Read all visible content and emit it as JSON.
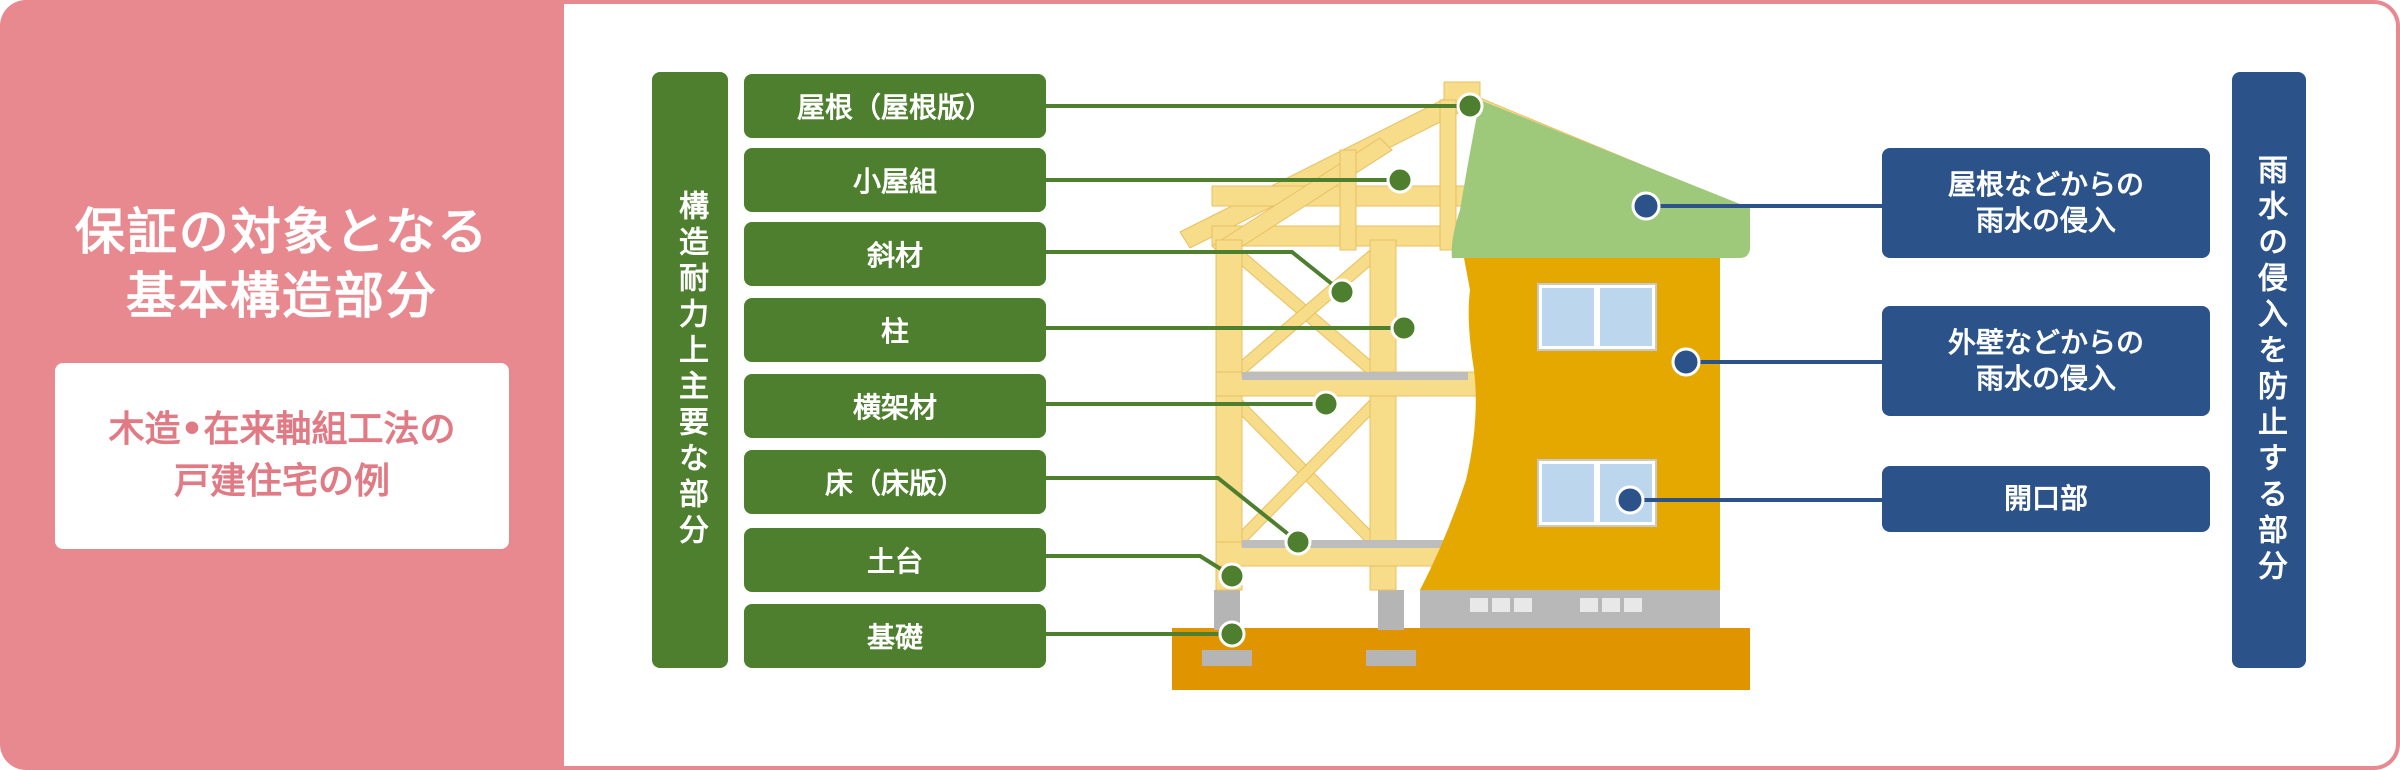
{
  "left": {
    "title": "保証の対象となる\n基本構造部分",
    "subtitle": "木造•在来軸組工法の\n戸建住宅の例"
  },
  "structure_group": {
    "title": "構造耐力上主要な部分",
    "items": [
      "屋根（屋根版）",
      "小屋組",
      "斜材",
      "柱",
      "横架材",
      "床（床版）",
      "土台",
      "基礎"
    ]
  },
  "rain_group": {
    "title": "雨水の侵入を防止する部分",
    "items": [
      "屋根などからの\n雨水の侵入",
      "外壁などからの\n雨水の侵入",
      "開口部"
    ]
  },
  "colors": {
    "accent_pink": "#e8888f",
    "green": "#4e7f2f",
    "blue": "#2b5389",
    "timber": "#f7dc8a",
    "wall": "#e4a800",
    "roof": "#9fc97a",
    "foundation": "#e09400"
  }
}
